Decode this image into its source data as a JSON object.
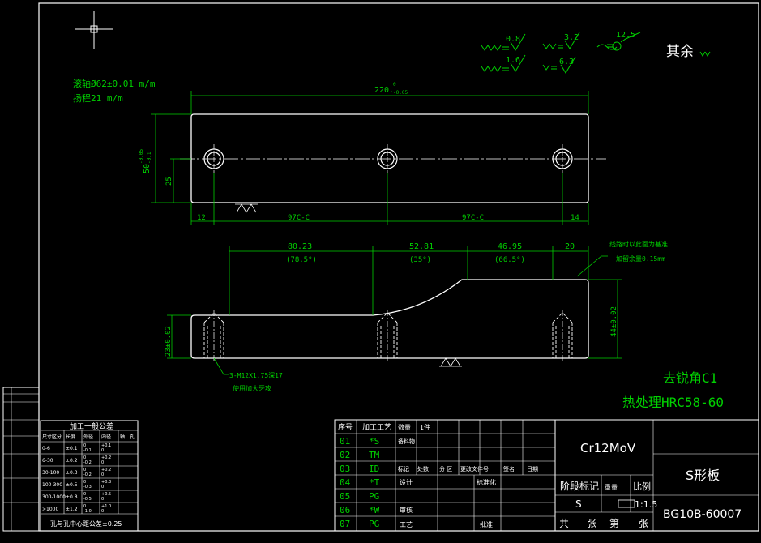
{
  "surface_finish": {
    "s1_value": "0.8",
    "s2_value": "3.2",
    "s3_value": "12.5",
    "s4_value": "1.6",
    "s5_value": "6.3",
    "rest_label": "其余"
  },
  "notes_top": {
    "line1": "滚轴Ø62±0.01  m/m",
    "line2": "扬程21        m/m"
  },
  "top_view": {
    "overall_width": "220.",
    "overall_width_tol_upper": "0",
    "overall_width_tol_lower": "-0.05",
    "height": "50",
    "height_tol_upper": "-0.05",
    "height_tol_lower": "-0.1",
    "center_height": "25",
    "dim_left": "12",
    "dim_mid1": "97C-C",
    "dim_mid2": "97C-C",
    "dim_right": "14"
  },
  "front_view": {
    "dim1": "80.23",
    "dim1_angle": "(78.5°)",
    "dim2": "52.81",
    "dim2_angle": "(35°)",
    "dim3": "46.95",
    "dim3_angle": "(66.5°)",
    "dim4": "20",
    "left_height": "23±0.02",
    "right_height": "44±0.02",
    "note_datum_1": "线路时以此面为基准",
    "note_datum_2": "加留余量0.15mm",
    "hole_note_1": "3-M12X1.75深17",
    "hole_note_2": "使用加大牙攻"
  },
  "right_notes": {
    "chamfer": "去锐角C1",
    "heat_treat": "热处理HRC58-60"
  },
  "tolerance_table": {
    "title": "加工一般公差",
    "headers": [
      "尺寸区分",
      "长度",
      "外径",
      "内径",
      "轴",
      "孔"
    ],
    "rows": [
      [
        "0-6",
        "±0.1",
        "0\n-0.1",
        "+0.1\n0",
        "",
        ""
      ],
      [
        "6-30",
        "±0.2",
        "0\n-0.2",
        "+0.2\n0",
        "",
        ""
      ],
      [
        "30-100",
        "±0.3",
        "0\n-0.2",
        "+0.2\n0",
        "",
        ""
      ],
      [
        "100-300",
        "±0.5",
        "0\n-0.3",
        "+0.3\n0",
        "",
        ""
      ],
      [
        "300-1000",
        "±0.8",
        "0\n-0.5",
        "+0.5\n0",
        "",
        ""
      ],
      [
        ">1000",
        "±1.2",
        "0\n-1.0",
        "+1.0\n0",
        "",
        ""
      ]
    ],
    "footer": "孔与孔中心距公差±0.25"
  },
  "process_table": {
    "header_seq": "序号",
    "header_proc": "加工工艺",
    "rows": [
      {
        "seq": "01",
        "code": "*S"
      },
      {
        "seq": "02",
        "code": "TM"
      },
      {
        "seq": "03",
        "code": "ID"
      },
      {
        "seq": "04",
        "code": "*T"
      },
      {
        "seq": "05",
        "code": "PG"
      },
      {
        "seq": "06",
        "code": "*W"
      },
      {
        "seq": "07",
        "code": "PG"
      }
    ]
  },
  "title_block": {
    "quantity_label": "数量",
    "quantity_value": "1件",
    "material_label": "备料物",
    "row3_labels": [
      "标记",
      "处数",
      "分 区",
      "更改文件号",
      "签名",
      "日期"
    ],
    "design_label": "设计",
    "standard_label": "标准化",
    "review_label": "审核",
    "process_label": "工艺",
    "approve_label": "批准",
    "material": "Cr12MoV",
    "stage_label": "阶段标记",
    "weight_label": "重量",
    "scale_label": "比例",
    "stage_value": "S",
    "scale_value": "1:1.5",
    "total_label": "共",
    "sheet_label": "张",
    "page_label": "第",
    "page_sheet_label": "张",
    "part_name": "S形板",
    "drawing_no": "BG10B-60007"
  }
}
